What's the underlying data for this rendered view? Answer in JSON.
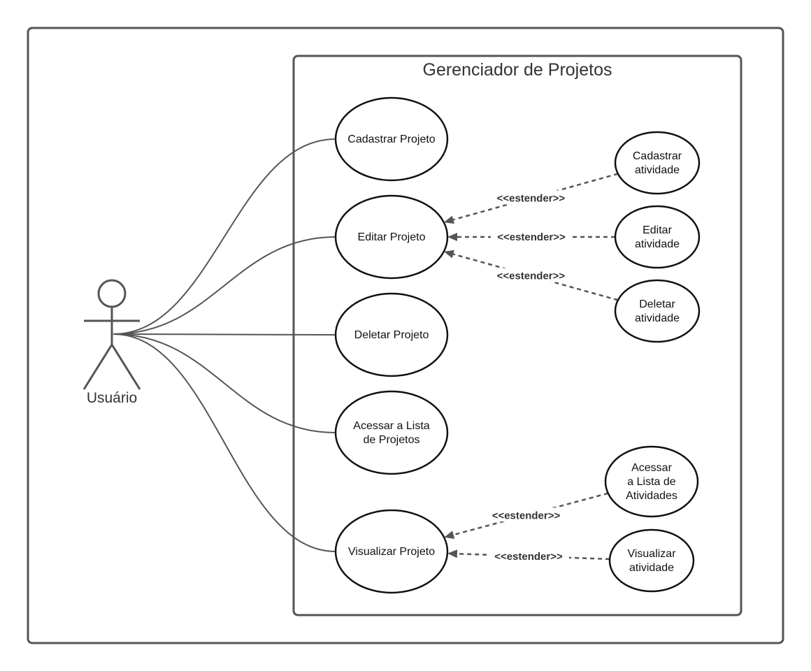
{
  "system": {
    "title": "Gerenciador de Projetos"
  },
  "actor": {
    "label": "Usuário"
  },
  "use_cases": {
    "cadastrar_projeto": [
      "Cadastrar Projeto"
    ],
    "editar_projeto": [
      "Editar Projeto"
    ],
    "deletar_projeto": [
      "Deletar Projeto"
    ],
    "acessar_lista_projetos": [
      "Acessar a Lista",
      "de Projetos"
    ],
    "visualizar_projeto": [
      "Visualizar Projeto"
    ],
    "cadastrar_atividade": [
      "Cadastrar",
      "atividade"
    ],
    "editar_atividade": [
      "Editar",
      "atividade"
    ],
    "deletar_atividade": [
      "Deletar",
      "atividade"
    ],
    "acessar_lista_atividades": [
      "Acessar",
      "a Lista de",
      "Atividades"
    ],
    "visualizar_atividade": [
      "Visualizar",
      "atividade"
    ]
  },
  "relationships": {
    "extend_label": "<<estender>>",
    "associations": [
      "cadastrar_projeto",
      "editar_projeto",
      "deletar_projeto",
      "acessar_lista_projetos",
      "visualizar_projeto"
    ],
    "extends": [
      {
        "from": "cadastrar_atividade",
        "to": "editar_projeto"
      },
      {
        "from": "editar_atividade",
        "to": "editar_projeto"
      },
      {
        "from": "deletar_atividade",
        "to": "editar_projeto"
      },
      {
        "from": "acessar_lista_atividades",
        "to": "visualizar_projeto"
      },
      {
        "from": "visualizar_atividade",
        "to": "visualizar_projeto"
      }
    ]
  }
}
